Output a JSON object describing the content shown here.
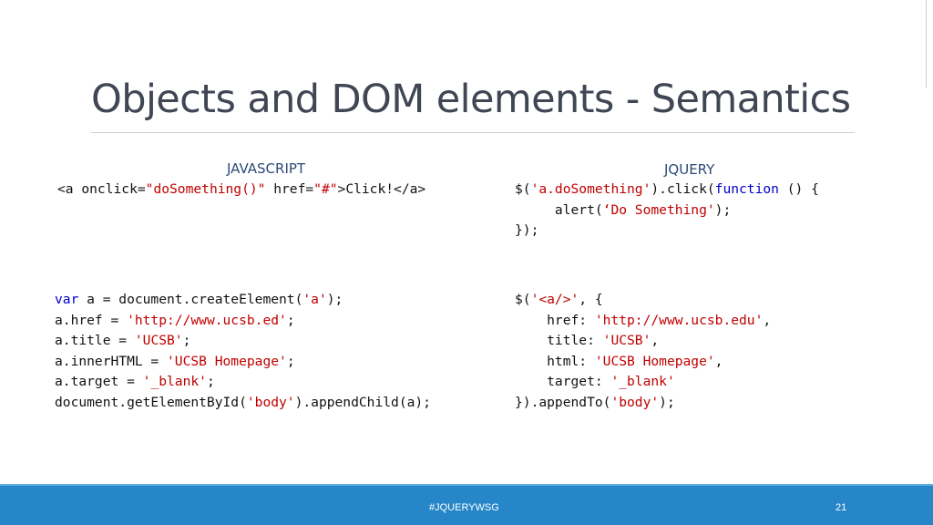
{
  "slide": {
    "title": "Objects and DOM elements - Semantics",
    "headings": {
      "javascript": "JAVASCRIPT",
      "jquery": "JQUERY"
    }
  },
  "code": {
    "js_link": [
      [
        "<a onclick=",
        "\"doSomething()\"",
        " href=",
        "\"#\"",
        ">Click!</a>"
      ]
    ],
    "jq_click": [
      [
        "$(",
        "'a.doSomething'",
        ").click(",
        "function",
        " () {"
      ],
      [
        "     alert(",
        "‘Do Something'",
        ");"
      ],
      [
        "});"
      ]
    ],
    "js_create": [
      [
        "var",
        " a = document.createElement(",
        "'a'",
        ");"
      ],
      [
        "a.href = ",
        "'http://www.ucsb.ed'",
        ";"
      ],
      [
        "a.title = ",
        "'UCSB'",
        ";"
      ],
      [
        "a.innerHTML = ",
        "'UCSB Homepage'",
        ";"
      ],
      [
        "a.target = ",
        "'_blank'",
        ";"
      ],
      [
        "document.getElementById(",
        "'body'",
        ").appendChild(a);"
      ]
    ],
    "jq_create": [
      [
        "$(",
        "'<a/>'",
        ", {"
      ],
      [
        "    href: ",
        "'http://www.ucsb.edu'",
        ","
      ],
      [
        "    title: ",
        "'UCSB'",
        ","
      ],
      [
        "    html: ",
        "'UCSB Homepage'",
        ","
      ],
      [
        "    target: ",
        "'_blank'"
      ],
      [
        "}).appendTo(",
        "'body'",
        ");"
      ]
    ]
  },
  "footer": {
    "hashtag": "#JQUERYWSG",
    "page_number": "21"
  }
}
